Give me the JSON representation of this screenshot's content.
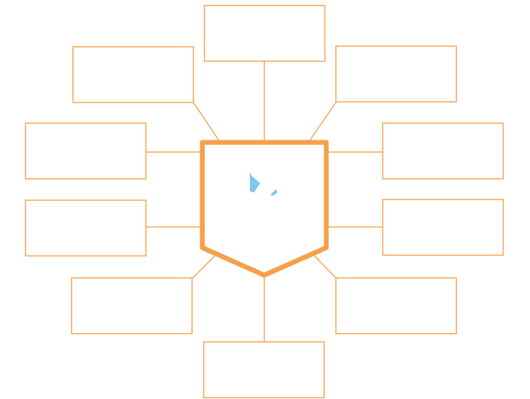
{
  "colors": {
    "accent": "#f5a04a",
    "center_stroke": "#f5a04a",
    "glyph": "#7ec8f0",
    "background": "#ffffff"
  },
  "center": {
    "label": ""
  },
  "boxes": [
    {
      "id": "top",
      "label": ""
    },
    {
      "id": "upper-left",
      "label": ""
    },
    {
      "id": "upper-right",
      "label": ""
    },
    {
      "id": "mid-left-1",
      "label": ""
    },
    {
      "id": "mid-right-1",
      "label": ""
    },
    {
      "id": "mid-left-2",
      "label": ""
    },
    {
      "id": "mid-right-2",
      "label": ""
    },
    {
      "id": "lower-left",
      "label": ""
    },
    {
      "id": "lower-right",
      "label": ""
    },
    {
      "id": "bottom",
      "label": ""
    }
  ]
}
